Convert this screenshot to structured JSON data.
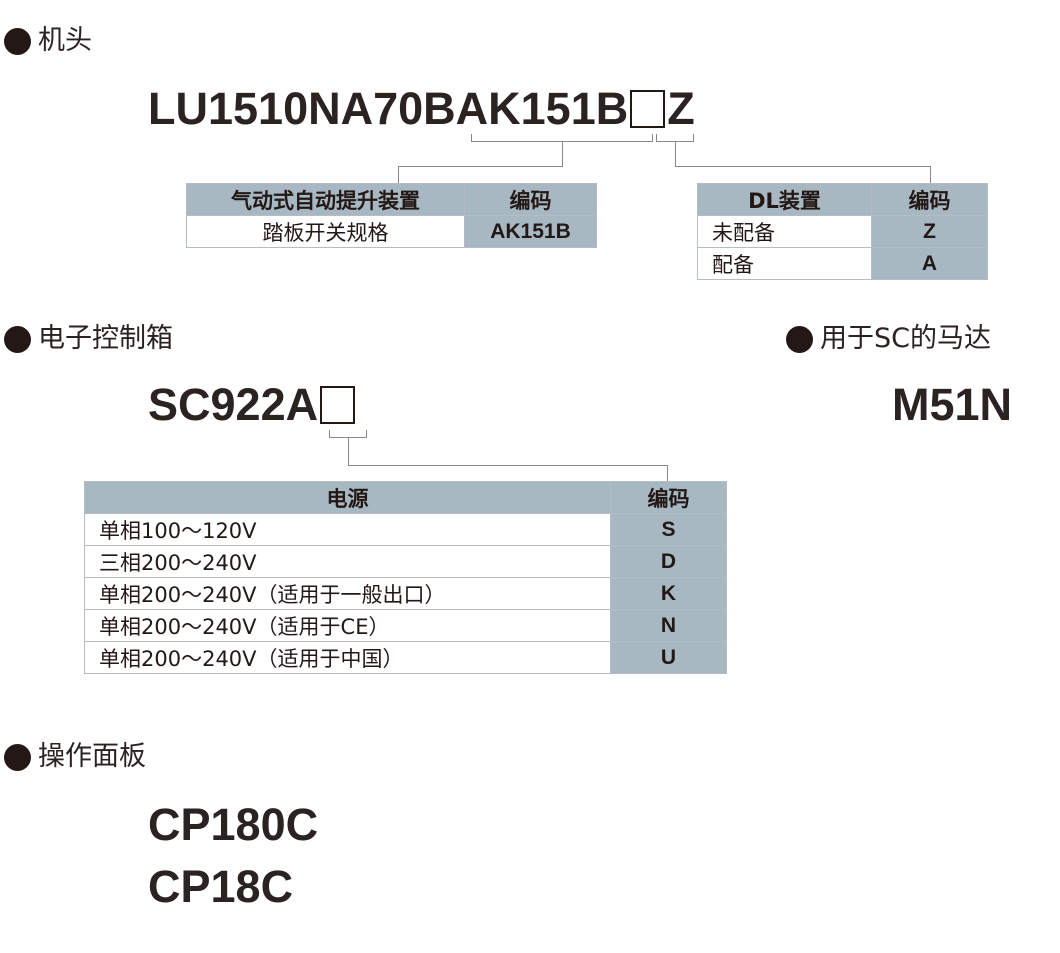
{
  "head": {
    "title": "机头",
    "model_prefix": "LU1510NA70BAK151B",
    "model_suffix": "Z",
    "lift_table": {
      "headers": [
        "气动式自动提升装置",
        "编码"
      ],
      "rows": [
        [
          "踏板开关规格",
          "AK151B"
        ]
      ]
    },
    "dl_table": {
      "headers": [
        "DL装置",
        "编码"
      ],
      "rows": [
        [
          "未配备",
          "Z"
        ],
        [
          "配备",
          "A"
        ]
      ]
    }
  },
  "control_box": {
    "title": "电子控制箱",
    "model_prefix": "SC922A",
    "power_table": {
      "headers": [
        "电源",
        "编码"
      ],
      "rows": [
        [
          "单相100～120V",
          "S"
        ],
        [
          "三相200～240V",
          "D"
        ],
        [
          "单相200～240V（适用于一般出口）",
          "K"
        ],
        [
          "单相200～240V（适用于CE）",
          "N"
        ],
        [
          "单相200～240V（适用于中国）",
          "U"
        ]
      ]
    }
  },
  "motor": {
    "title": "用于SC的马达",
    "model": "M51N"
  },
  "panel": {
    "title": "操作面板",
    "models": [
      "CP180C",
      "CP18C"
    ]
  }
}
